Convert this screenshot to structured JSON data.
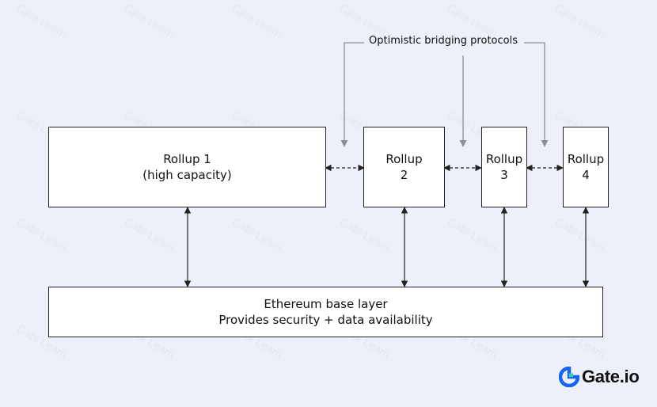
{
  "diagram": {
    "annotation": "Optimistic bridging protocols",
    "rollups": [
      {
        "line1": "Rollup 1",
        "line2": "(high capacity)"
      },
      {
        "line1": "Rollup",
        "line2": "2"
      },
      {
        "line1": "Rollup",
        "line2": "3"
      },
      {
        "line1": "Rollup",
        "line2": "4"
      }
    ],
    "base_layer": {
      "line1": "Ethereum base layer",
      "line2": "Provides security + data availability"
    }
  },
  "brand": {
    "logo_text": "Gate.io",
    "watermark": "Gate Learn",
    "logo_color": "#1763f6"
  },
  "colors": {
    "background": "#eef0f9",
    "stroke": "#222222",
    "annotation_arrow": "#8a8f98"
  }
}
